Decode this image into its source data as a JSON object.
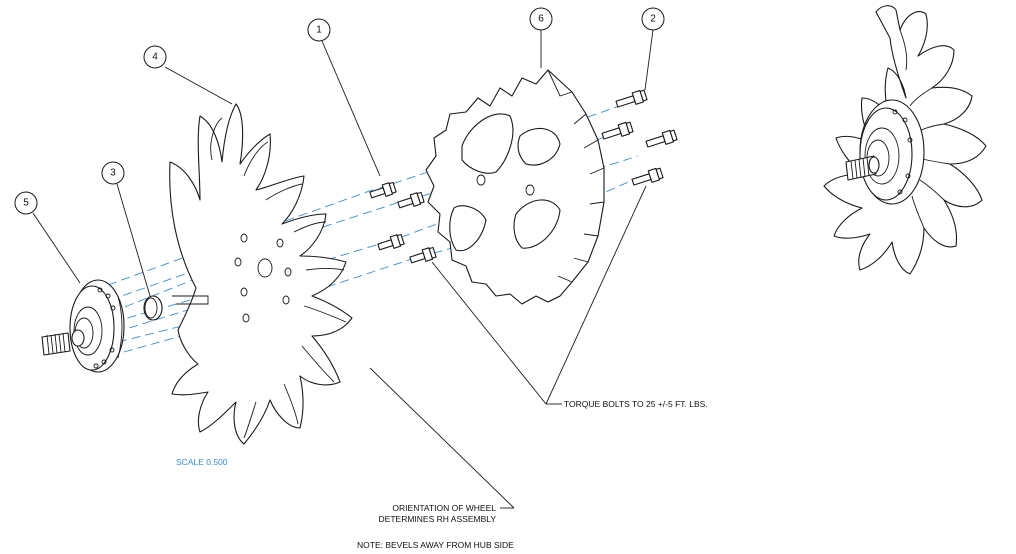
{
  "drawing": {
    "balloons": [
      {
        "id": "balloon-1",
        "label": "1"
      },
      {
        "id": "balloon-2",
        "label": "2"
      },
      {
        "id": "balloon-3",
        "label": "3"
      },
      {
        "id": "balloon-4",
        "label": "4"
      },
      {
        "id": "balloon-5",
        "label": "5"
      },
      {
        "id": "balloon-6",
        "label": "6"
      }
    ],
    "notes": {
      "torque": "TORQUE BOLTS TO 25 +/-5 FT. LBS.",
      "orientation_line1": "ORIENTATION OF WHEEL",
      "orientation_line2": "DETERMINES RH ASSEMBLY",
      "bevels": "NOTE: BEVELS AWAY FROM HUB SIDE",
      "scale": "SCALE 0.500"
    },
    "colors": {
      "line": "#1a1a1a",
      "centerline": "#3b8fd6",
      "scale_text": "#3b8fd6",
      "background": "#ffffff"
    }
  }
}
